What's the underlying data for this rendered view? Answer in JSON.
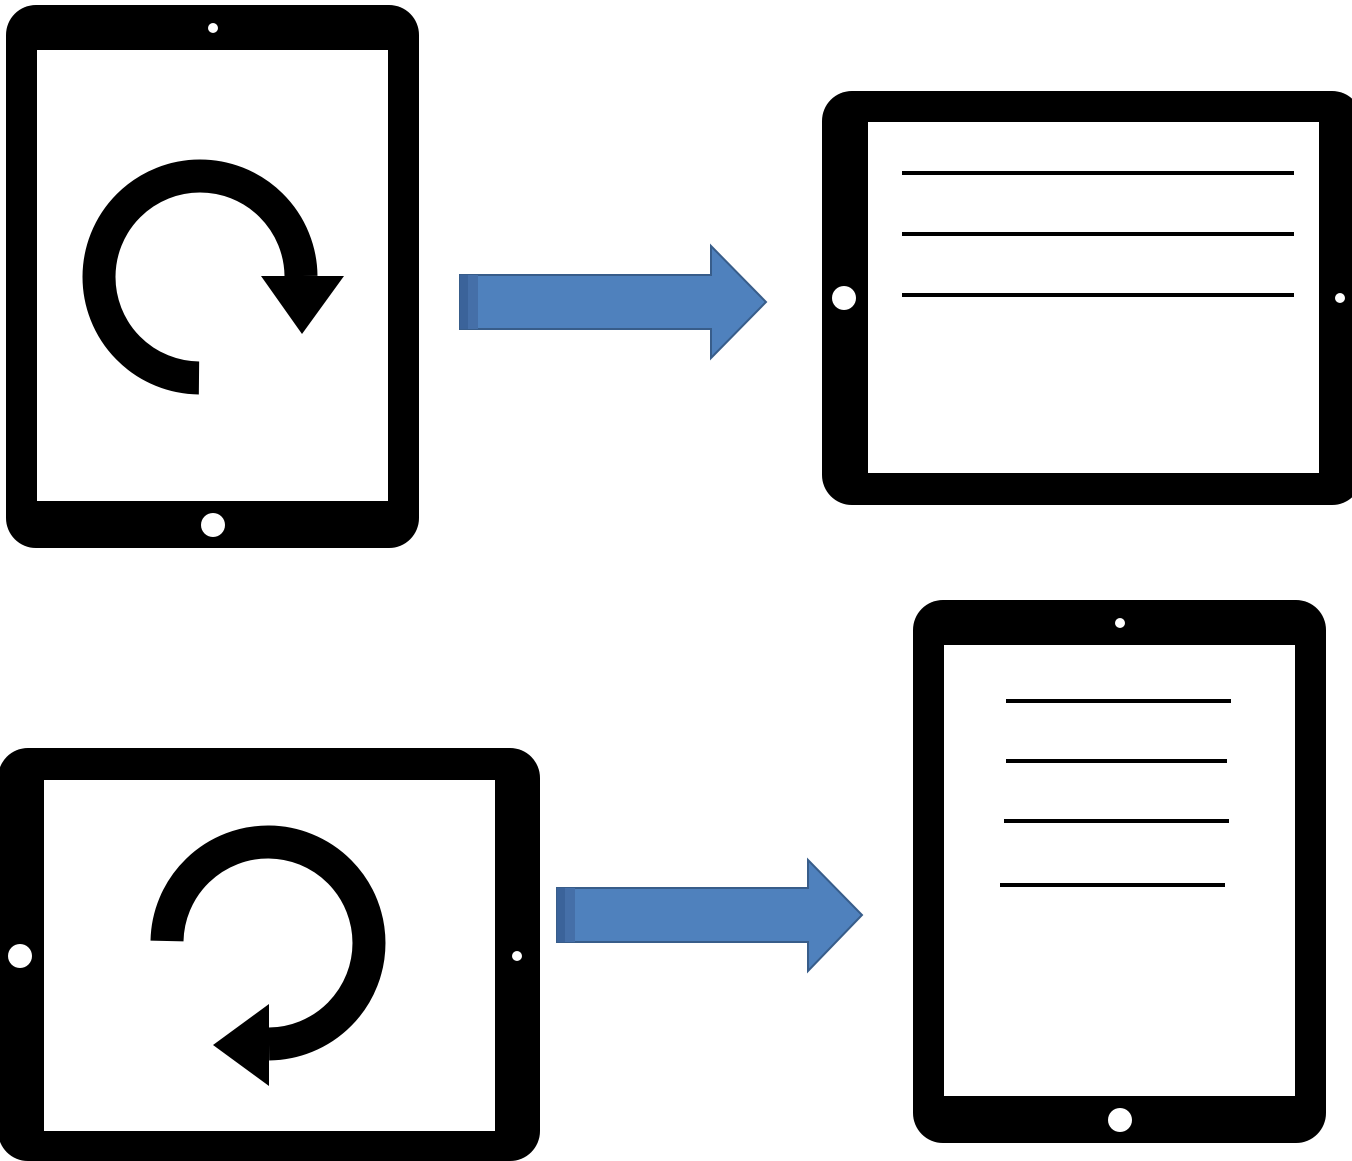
{
  "diagram": {
    "description_rows": [
      {
        "from": {
          "orientation": "portrait",
          "icon": "rotate-clockwise-icon"
        },
        "connector": "right-arrow",
        "to": {
          "orientation": "landscape",
          "content": "text-lines",
          "line_count": 3
        }
      },
      {
        "from": {
          "orientation": "landscape",
          "icon": "rotate-counterclockwise-icon"
        },
        "connector": "right-arrow",
        "to": {
          "orientation": "portrait",
          "content": "text-lines",
          "line_count": 4
        }
      }
    ]
  },
  "colors": {
    "device_body": "#000000",
    "screen": "#ffffff",
    "arrow_fill": "#4f81bd",
    "arrow_stroke": "#385d8a",
    "arrow_tail": "#3b639a"
  }
}
